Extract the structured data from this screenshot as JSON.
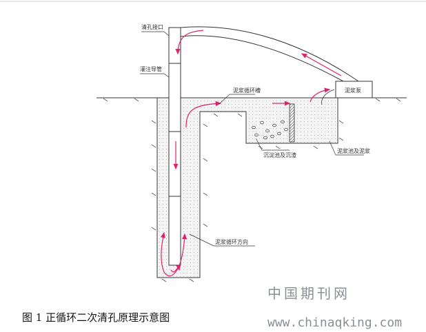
{
  "diagram": {
    "labels": {
      "cleaning_interface": "清孔接口",
      "tremie_pipe": "灌注导管",
      "mud_channel": "泥浆循环槽",
      "mud_pump": "泥浆泵",
      "settling_pit": "沉淀池及沉渣",
      "mud_pit": "泥浆池及泥浆",
      "flow_direction": "泥浆循环方向"
    },
    "colors": {
      "arrow": "#e0206a",
      "line": "#333333",
      "mud": "#f1f1f1"
    }
  },
  "caption": "图 1 正循环二次清孔原理示意图",
  "watermark": {
    "name": "中国期刊网",
    "url": "www.chinaqking.com"
  }
}
